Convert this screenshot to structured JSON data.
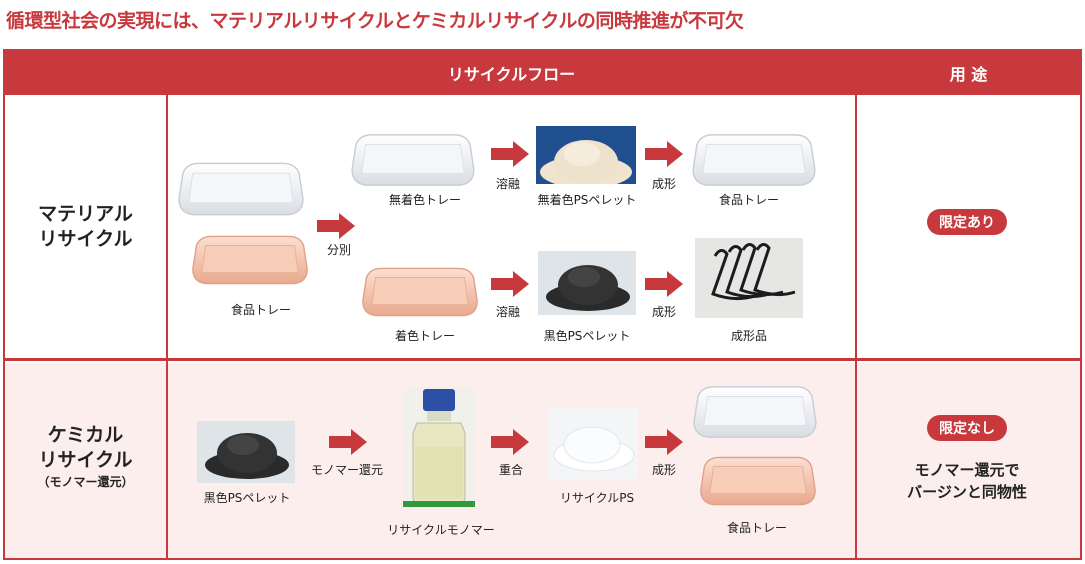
{
  "headline": "循環型社会の実現には、マテリアルリサイクルとケミカルリサイクルの同時推進が不可欠",
  "header": {
    "col_flow": "リサイクルフロー",
    "col_usage": "用 途"
  },
  "material": {
    "label_line1": "マテリアル",
    "label_line2": "リサイクル",
    "food_tray": "食品トレー",
    "sort": "分別",
    "uncolored_tray": "無着色トレー",
    "melt1": "溶融",
    "uncolored_pellet": "無着色PSペレット",
    "mold1": "成形",
    "food_tray_out": "食品トレー",
    "colored_tray": "着色トレー",
    "melt2": "溶融",
    "black_pellet": "黒色PSペレット",
    "mold2": "成形",
    "molded_product": "成形品",
    "usage_badge": "限定あり"
  },
  "chemical": {
    "label_line1": "ケミカル",
    "label_line2": "リサイクル",
    "label_sub": "（モノマー還元）",
    "black_pellet": "黒色PSペレット",
    "monomer_reduction": "モノマー還元",
    "recycle_monomer": "リサイクルモノマー",
    "polymerize": "重合",
    "recycle_ps": "リサイクルPS",
    "mold": "成形",
    "food_tray": "食品トレー",
    "usage_badge": "限定なし",
    "usage_line1": "モノマー還元で",
    "usage_line2": "バージンと同物性"
  },
  "colors": {
    "accent": "#c8393e",
    "row2_bg": "#fbeeed"
  }
}
